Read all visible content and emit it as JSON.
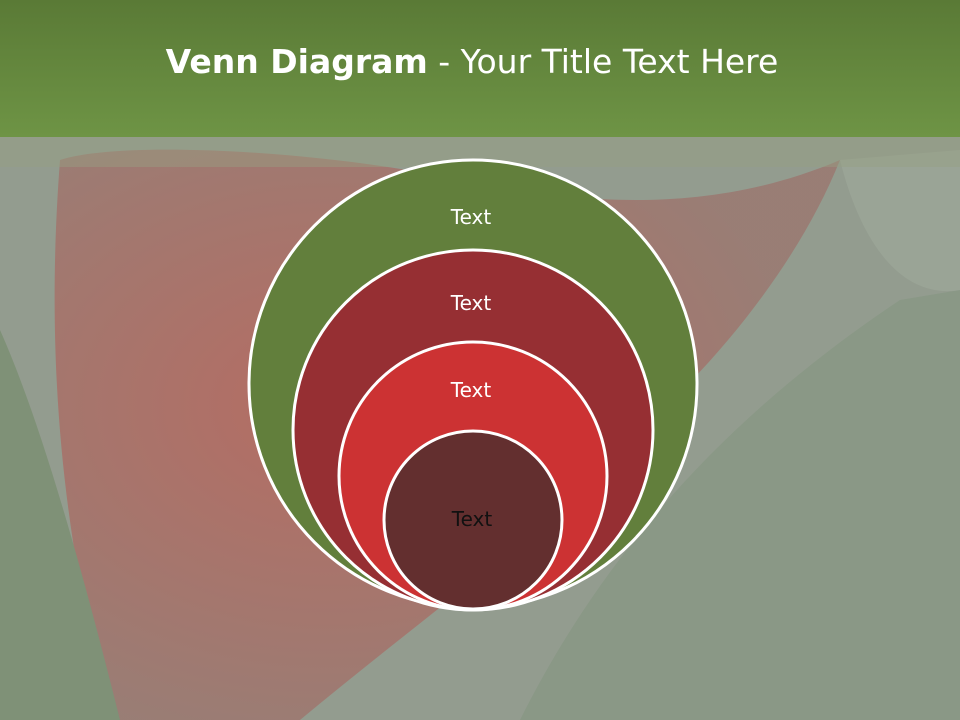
{
  "slide": {
    "title_bold": "Venn Diagram",
    "title_rest": " - Your Title Text Here"
  },
  "circles": [
    {
      "label": "Text",
      "fill": "#627f3c",
      "text_color": "#ffffff"
    },
    {
      "label": "Text",
      "fill": "#962f33",
      "text_color": "#ffffff"
    },
    {
      "label": "Text",
      "fill": "#cc3233",
      "text_color": "#ffffff"
    },
    {
      "label": "Text",
      "fill": "#632f2f",
      "text_color": "#111111"
    }
  ],
  "colors": {
    "title_bar": "#6a8e40",
    "outline": "#ffffff"
  }
}
